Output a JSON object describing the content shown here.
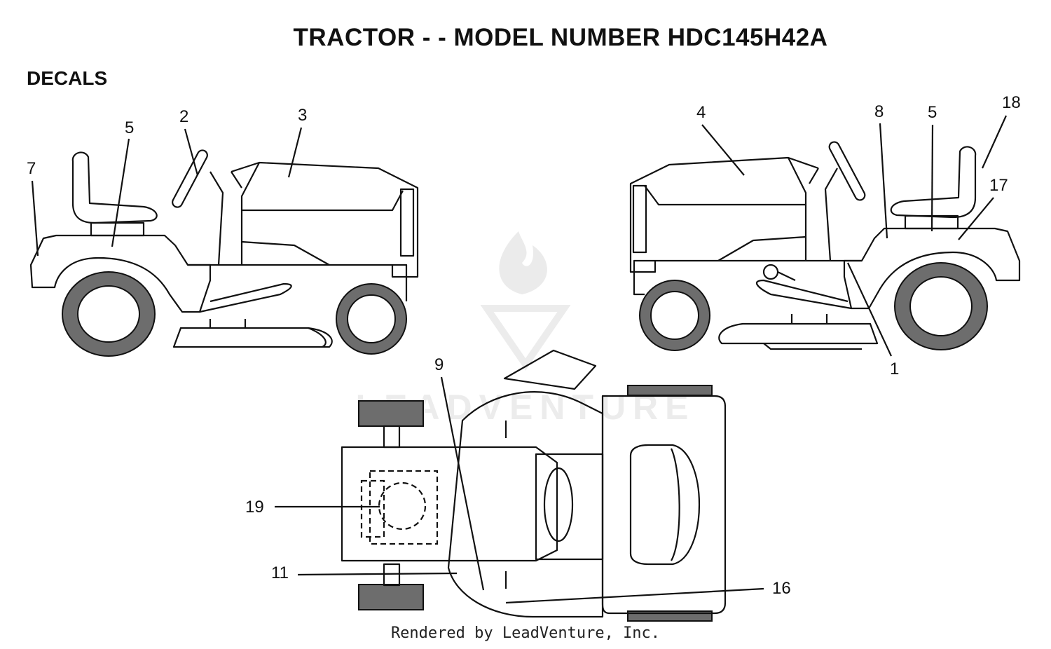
{
  "title": "TRACTOR - - MODEL NUMBER HDC145H42A",
  "section": "DECALS",
  "credit": "Rendered by LeadVenture, Inc.",
  "watermark": {
    "text": "LEADVENTURE",
    "color": "#e6e6e6"
  },
  "callouts": {
    "c7": "7",
    "c5a": "5",
    "c2": "2",
    "c3": "3",
    "c4": "4",
    "c8": "8",
    "c5b": "5",
    "c18": "18",
    "c17": "17",
    "c1": "1",
    "c9": "9",
    "c19": "19",
    "c11": "11",
    "c16": "16"
  }
}
